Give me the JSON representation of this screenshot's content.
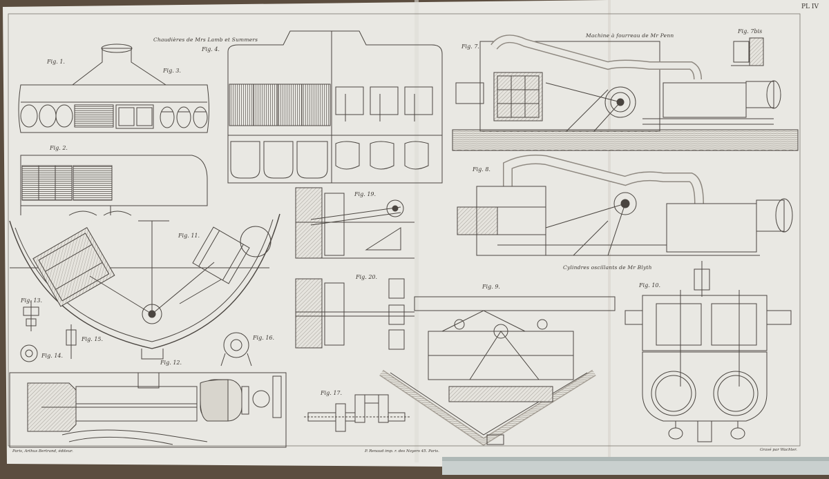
{
  "titles": {
    "lamb": "Chaudières de Mrs Lamb et Summers",
    "penn": "Machine à fourreau de Mr Penn",
    "blyth": "Cylindres oscillants de Mr Blyth"
  },
  "plate_number": "PL IV",
  "figures": {
    "f1": "Fig. 1.",
    "f2": "Fig. 2.",
    "f3": "Fig. 3.",
    "f4": "Fig. 4.",
    "f7": "Fig. 7.",
    "f7b": "Fig. 7bis",
    "f8": "Fig. 8.",
    "f9": "Fig. 9.",
    "f10": "Fig. 10.",
    "f11": "Fig. 11.",
    "f12": "Fig. 12.",
    "f13": "Fig. 13.",
    "f14": "Fig. 14.",
    "f15": "Fig. 15.",
    "f16": "Fig. 16.",
    "f17": "Fig. 17.",
    "f19": "Fig. 19.",
    "f20": "Fig. 20."
  },
  "imprint": {
    "publisher": "Paris, Arthus Bertrand, éditeur.",
    "printer": "P. Renaud imp. r. des Noyers 45. Paris.",
    "engraver": "Gravé par Wachter."
  },
  "colors": {
    "paper": "#e9e8e3",
    "ink": "#4a4540",
    "backdrop": "#5b4d3f"
  }
}
